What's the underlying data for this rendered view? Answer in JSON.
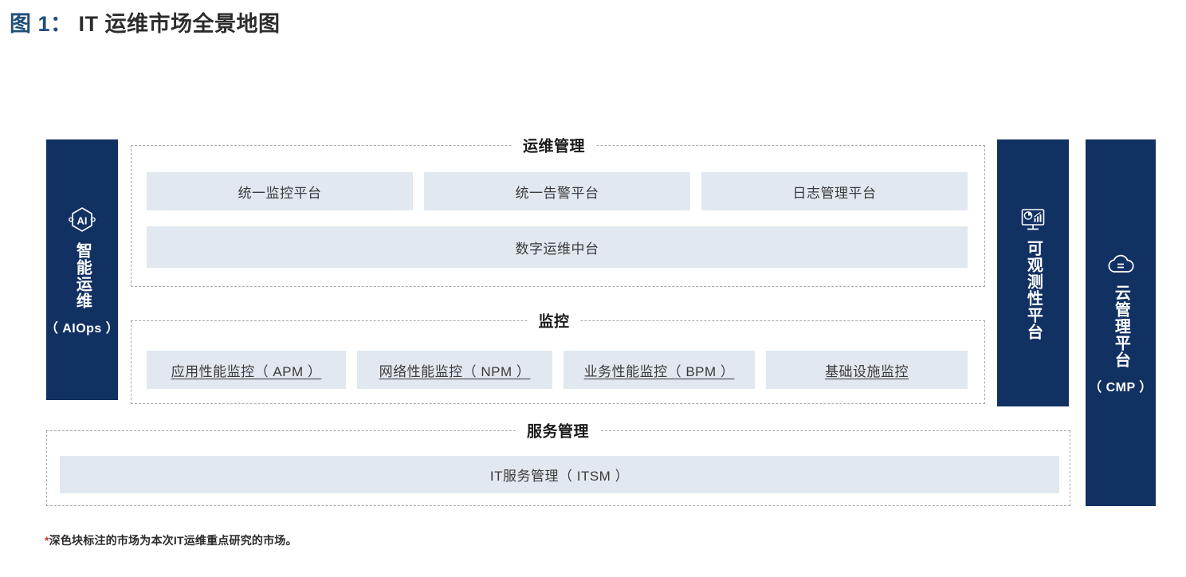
{
  "figure": {
    "number": "图 1：",
    "title": "IT 运维市场全景地图"
  },
  "colors": {
    "pillar_navy": "#123163",
    "tile_blue": "#e1e8f0",
    "dashed_border": "#a8a8a8",
    "title_accent": "#1f4e79",
    "footnote_star": "#c0392b"
  },
  "pillars": [
    {
      "id": "aiops",
      "icon": "ai-hexagon-icon",
      "label": "智能运维",
      "sub": "（ AIOps ）"
    },
    {
      "id": "observability",
      "icon": "monitor-chart-icon",
      "label": "可观测性平台",
      "sub": ""
    },
    {
      "id": "cmp",
      "icon": "cloud-icon",
      "label": "云管理平台",
      "sub": "（ CMP ）"
    }
  ],
  "groups": [
    {
      "id": "ops",
      "heading": "运维管理",
      "rows": [
        {
          "id": "ops-top",
          "tiles": [
            "统一监控平台",
            "统一告警平台",
            "日志管理平台"
          ],
          "underlined": false
        },
        {
          "id": "ops-bottom",
          "tiles": [
            "数字运维中台"
          ],
          "underlined": false
        }
      ]
    },
    {
      "id": "monitor",
      "heading": "监控",
      "rows": [
        {
          "id": "monitor",
          "tiles": [
            "应用性能监控（ APM ）",
            "网络性能监控（ NPM ）",
            "业务性能监控（ BPM ）",
            "基础设施监控"
          ],
          "underlined": true
        }
      ]
    },
    {
      "id": "service",
      "heading": "服务管理",
      "rows": [
        {
          "id": "service",
          "tiles": [
            "IT服务管理（ ITSM ）"
          ],
          "underlined": false
        }
      ]
    }
  ],
  "footnote": {
    "star": "*",
    "text": "深色块标注的市场为本次IT运维重点研究的市场。"
  }
}
